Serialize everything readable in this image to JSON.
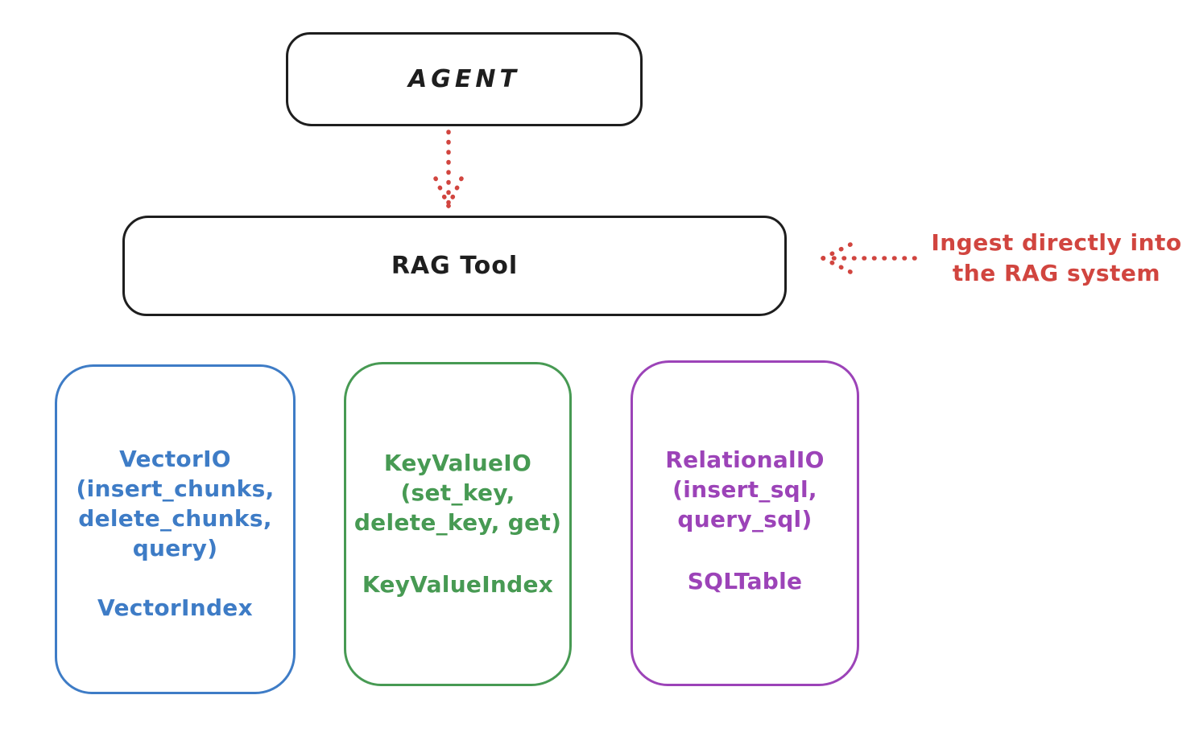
{
  "diagram": {
    "agent": {
      "label": "AGENT"
    },
    "rag_tool": {
      "label": "RAG Tool"
    },
    "annotation": {
      "line1": "Ingest directly into",
      "line2": "the RAG system"
    },
    "storage_boxes": [
      {
        "name": "vector-io",
        "color": "#3e7cc6",
        "line1": "VectorIO",
        "line2": "(insert_chunks,",
        "line3": "delete_chunks,",
        "line4": "query)",
        "index_label": "VectorIndex"
      },
      {
        "name": "key-value-io",
        "color": "#479a53",
        "line1": "KeyValueIO",
        "line2": "(set_key,",
        "line3": "delete_key, get)",
        "index_label": "KeyValueIndex"
      },
      {
        "name": "relational-io",
        "color": "#9c43b8",
        "line1": "RelationalIO",
        "line2": "(insert_sql,",
        "line3": "query_sql)",
        "index_label": "SQLTable"
      }
    ],
    "colors": {
      "stroke": "#1e1e1e",
      "accent_red": "#d1453f",
      "blue": "#3e7cc6",
      "green": "#479a53",
      "purple": "#9c43b8"
    }
  }
}
